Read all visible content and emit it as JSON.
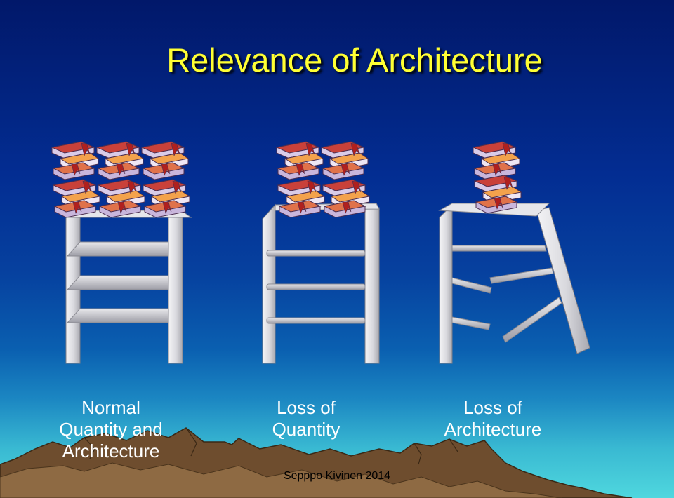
{
  "slide": {
    "title": "Relevance of Architecture",
    "captions": [
      {
        "line1": "Normal",
        "line2": "Quantity and",
        "line3": "Architecture"
      },
      {
        "line1": "Loss of",
        "line2": "Quantity"
      },
      {
        "line1": "Loss of",
        "line2": "Architecture"
      }
    ],
    "credit": "Sepppo Kivinen 2014"
  },
  "illustrations": [
    {
      "name": "normal-shelf",
      "book_stacks": 6
    },
    {
      "name": "loss-of-quantity-ladder",
      "book_stacks": 4
    },
    {
      "name": "broken-ladder",
      "book_stacks": 2
    }
  ],
  "colors": {
    "title": "#ffff33",
    "caption": "#ffffff",
    "credit": "#000000",
    "book_red": "#c8413a",
    "book_orange": "#f3a24c",
    "book_lilac": "#c9b6dc"
  }
}
